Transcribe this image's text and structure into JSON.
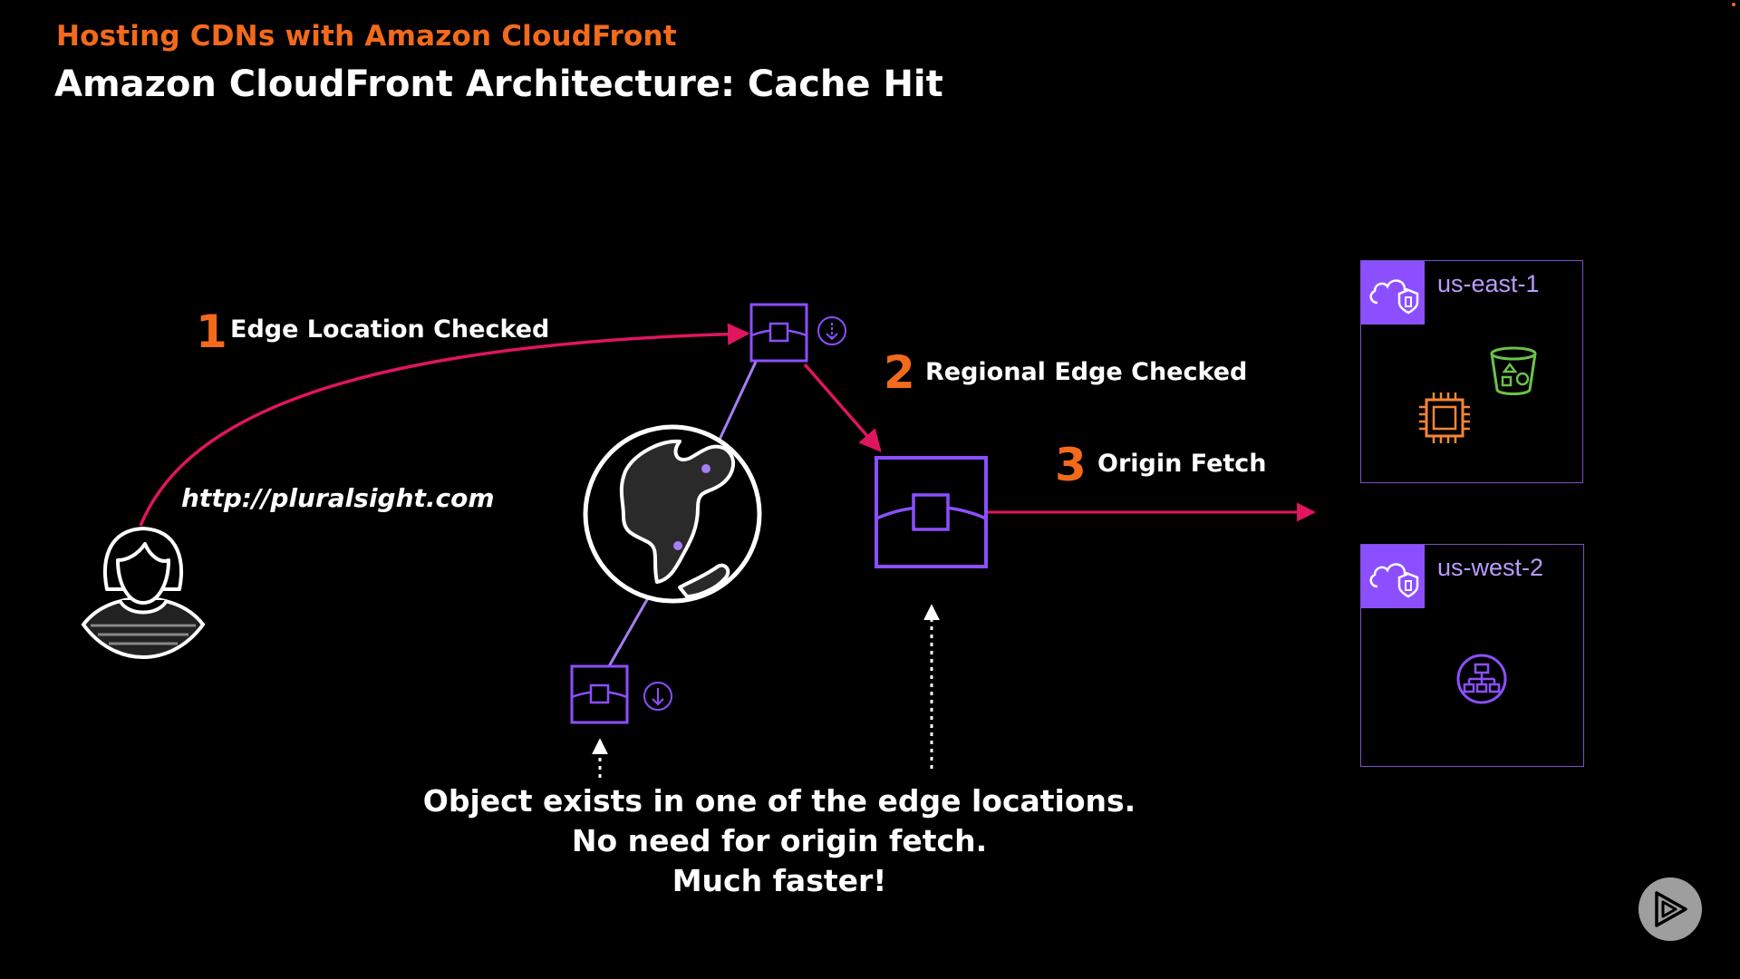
{
  "header": {
    "subtitle": "Hosting CDNs with Amazon CloudFront",
    "title": "Amazon CloudFront Architecture: Cache Hit"
  },
  "steps": [
    {
      "number": "1",
      "label": "Edge Location Checked"
    },
    {
      "number": "2",
      "label": "Regional Edge Checked"
    },
    {
      "number": "3",
      "label": "Origin Fetch"
    }
  ],
  "request_url": "http://pluralsight.com",
  "regions": [
    {
      "label": "us-east-1",
      "services": [
        "compute-chip-icon",
        "storage-bucket-icon"
      ]
    },
    {
      "label": "us-west-2",
      "services": [
        "load-balancer-icon"
      ]
    }
  ],
  "caption": {
    "line1": "Object exists in one of the edge locations.",
    "line2": "No need for origin fetch.",
    "line3": "Much faster!"
  },
  "colors": {
    "accent_orange": "#f26a1b",
    "arrow_pink": "#e0155f",
    "edge_purple": "#8c4fff",
    "storage_green": "#6cc24a",
    "compute_orange": "#f58536"
  },
  "icons": [
    "user-icon",
    "globe-icon",
    "edge-location-icon",
    "regional-edge-cache-icon",
    "download-icon",
    "play-logo-icon"
  ]
}
